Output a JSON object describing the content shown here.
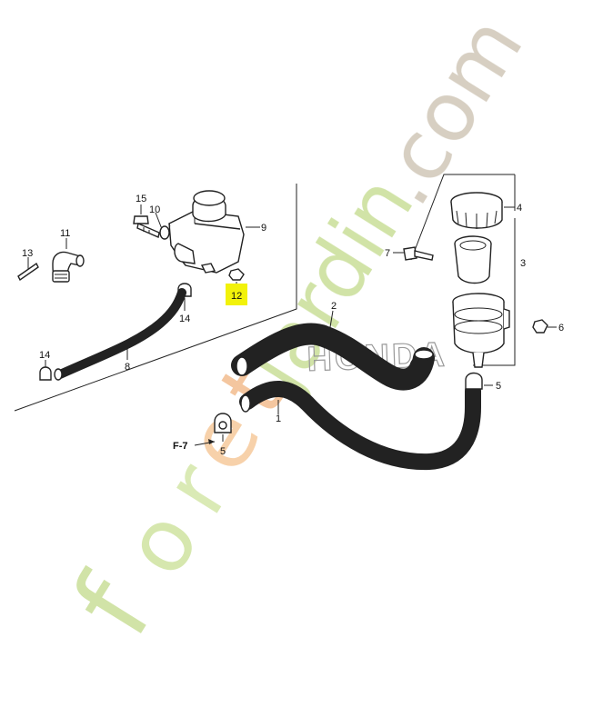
{
  "parts": {
    "p1": "1",
    "p2": "2",
    "p3": "3",
    "p4": "4",
    "p5a": "5",
    "p5b": "5",
    "p6": "6",
    "p7": "7",
    "p8": "8",
    "p9": "9",
    "p10": "10",
    "p11": "11",
    "p12": "12",
    "p13": "13",
    "p14a": "14",
    "p14b": "14",
    "p15": "15"
  },
  "reference": "F-7",
  "brand": "HONDA",
  "watermark": {
    "text": "foretjardin.com",
    "colors": {
      "f": "#cfe2a3",
      "o": "#d4e6aa",
      "r": "#d9e9b2",
      "e": "#f7cfa6",
      "t": "#f4c39a",
      "jardin": "#cfe2a3",
      "dotcom": "#d5cdbf"
    }
  },
  "colors": {
    "highlight": "#f2f20a",
    "line": "#222222"
  }
}
